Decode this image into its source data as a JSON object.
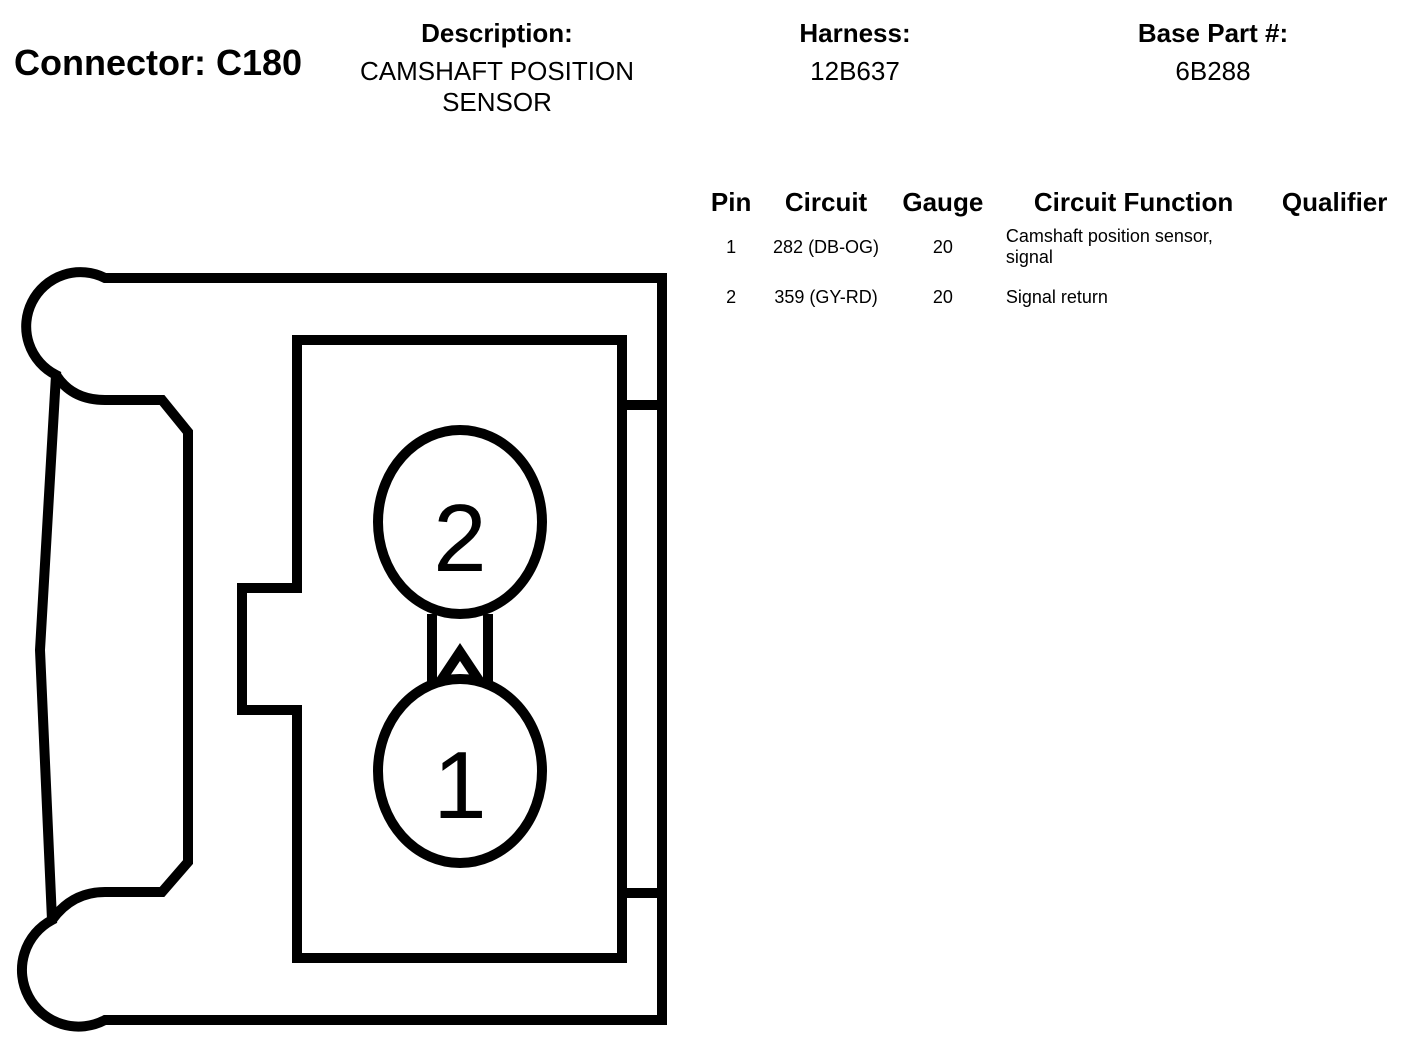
{
  "header": {
    "connector_title": "Connector: C180",
    "description_label": "Description:",
    "description_value_line1": "CAMSHAFT POSITION",
    "description_value_line2": "SENSOR",
    "harness_label": "Harness:",
    "harness_value": "12B637",
    "base_part_label": "Base Part #:",
    "base_part_value": "6B288"
  },
  "table": {
    "columns": [
      "Pin",
      "Circuit",
      "Gauge",
      "Circuit Function",
      "Qualifier"
    ],
    "rows": [
      {
        "pin": "1",
        "circuit": "282 (DB-OG)",
        "gauge": "20",
        "function": "Camshaft position sensor, signal",
        "qualifier": ""
      },
      {
        "pin": "2",
        "circuit": "359 (GY-RD)",
        "gauge": "20",
        "function": "Signal return",
        "qualifier": ""
      }
    ]
  },
  "diagram": {
    "pins": [
      "1",
      "2"
    ]
  }
}
